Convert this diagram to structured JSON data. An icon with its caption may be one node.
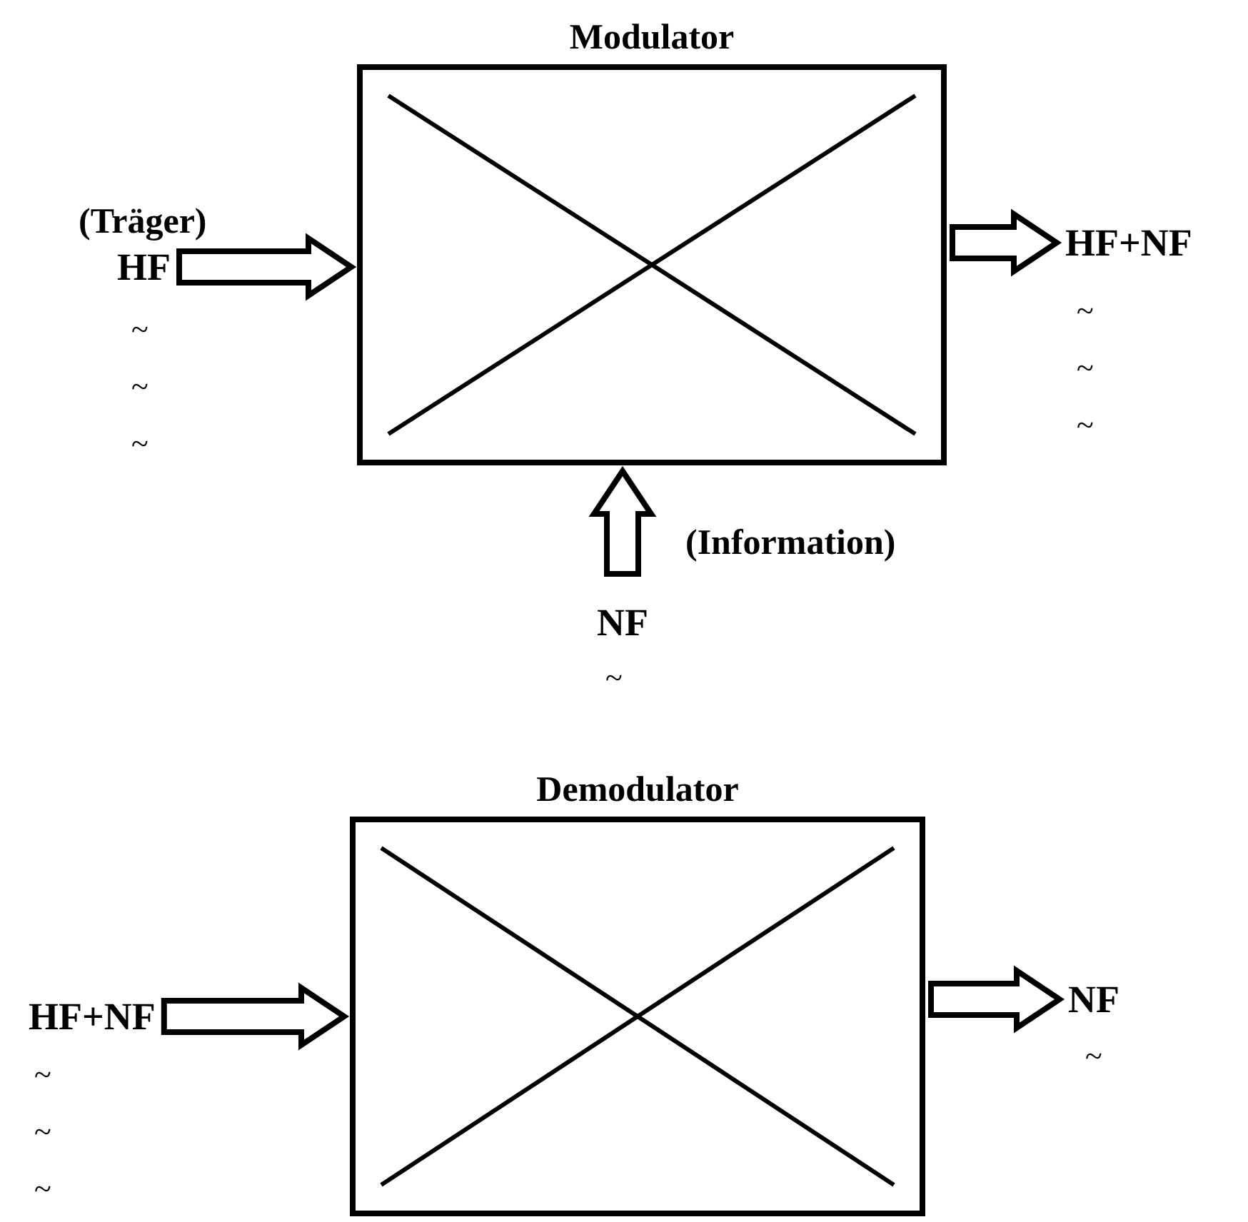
{
  "diagram": {
    "nodes": [
      {
        "text": [
          "Modulator"
        ]
      },
      {
        "text": [
          "HF"
        ],
        "beside": [
          "(Träger)",
          "~",
          "~",
          "~"
        ]
      },
      {
        "text": [
          "HF+NF"
        ],
        "beside": [
          "~",
          "~",
          "~"
        ]
      },
      {
        "text": [
          "NF"
        ],
        "beside": [
          "(Information)",
          "~"
        ]
      },
      {
        "text": [
          "Demodulator"
        ]
      },
      {
        "text": [
          "HF+NF"
        ],
        "beside": [
          "~",
          "~",
          "~"
        ]
      },
      {
        "text": [
          "NF"
        ],
        "beside": [
          "~"
        ]
      }
    ],
    "edges": [
      {
        "from": 1,
        "to": 0,
        "arrow": "to"
      },
      {
        "from": 0,
        "to": 2,
        "arrow": "to"
      },
      {
        "from": 3,
        "to": 0,
        "arrow": "to"
      },
      {
        "from": 5,
        "to": 4,
        "arrow": "to"
      },
      {
        "from": 4,
        "to": 6,
        "arrow": "to"
      }
    ]
  }
}
